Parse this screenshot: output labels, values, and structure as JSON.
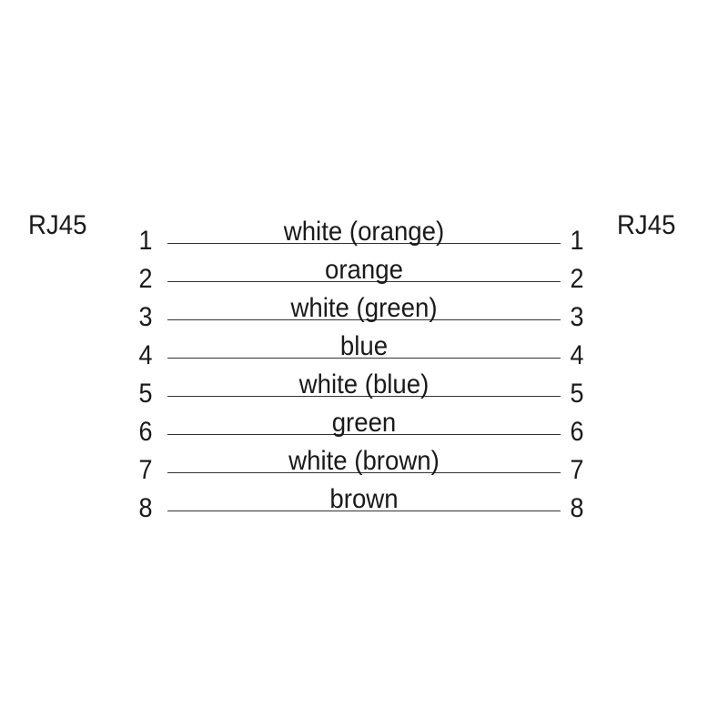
{
  "left_connector": "RJ45",
  "right_connector": "RJ45",
  "wires": [
    {
      "left_pin": "1",
      "color": "white (orange)",
      "right_pin": "1"
    },
    {
      "left_pin": "2",
      "color": "orange",
      "right_pin": "2"
    },
    {
      "left_pin": "3",
      "color": "white (green)",
      "right_pin": "3"
    },
    {
      "left_pin": "4",
      "color": "blue",
      "right_pin": "4"
    },
    {
      "left_pin": "5",
      "color": "white (blue)",
      "right_pin": "5"
    },
    {
      "left_pin": "6",
      "color": "green",
      "right_pin": "6"
    },
    {
      "left_pin": "7",
      "color": "white (brown)",
      "right_pin": "7"
    },
    {
      "left_pin": "8",
      "color": "brown",
      "right_pin": "8"
    }
  ]
}
